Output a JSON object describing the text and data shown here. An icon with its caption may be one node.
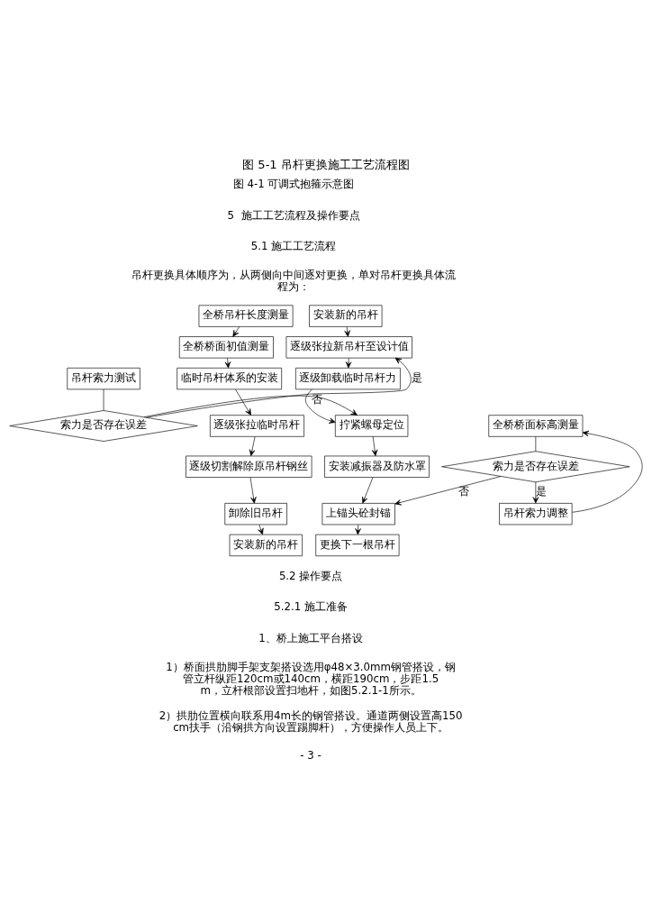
{
  "diagram": {
    "caption": "图 5-1 吊杆更换施工工艺流程图",
    "nodes": [
      {
        "text": [
          "全桥吊杆长度测量"
        ]
      },
      {
        "text": [
          "全桥桥面初值测量"
        ]
      },
      {
        "text": [
          "临时吊杆体系的安装"
        ]
      },
      {
        "text": [
          "逐级张拉临时吊杆"
        ]
      },
      {
        "text": [
          "逐级切割解除原吊杆钢丝"
        ]
      },
      {
        "text": [
          "卸除旧吊杆"
        ]
      },
      {
        "text": [
          "安装新的吊杆"
        ]
      },
      {
        "text": [
          "安装新的吊杆"
        ]
      },
      {
        "text": [
          "逐级张拉新吊杆至设计值"
        ]
      },
      {
        "text": [
          "吊杆索力测试"
        ]
      },
      {
        "text": [
          "索力是否存在误差"
        ]
      },
      {
        "text": [
          "逐级卸载临时吊杆力"
        ]
      },
      {
        "text": [
          "拧紧螺母定位"
        ]
      },
      {
        "text": [
          "安装减振器及防水罩"
        ]
      },
      {
        "text": [
          "上锚头砼封锚"
        ]
      },
      {
        "text": [
          "更换下一根吊杆"
        ]
      },
      {
        "text": [
          "全桥桥面标高测量"
        ]
      },
      {
        "text": [
          "索力是否存在误差"
        ]
      },
      {
        "text": [
          "吊杆索力调整"
        ]
      }
    ],
    "edges": [
      {
        "from": 0,
        "to": 1,
        "arrow": "to"
      },
      {
        "from": 1,
        "to": 2,
        "arrow": "to"
      },
      {
        "from": 2,
        "to": 3,
        "arrow": "to"
      },
      {
        "from": 3,
        "to": 4,
        "arrow": "to"
      },
      {
        "from": 4,
        "to": 5,
        "arrow": "to"
      },
      {
        "from": 5,
        "to": 6,
        "arrow": "to"
      },
      {
        "from": 7,
        "to": 8,
        "arrow": "to"
      },
      {
        "from": 8,
        "to": 11,
        "arrow": "to"
      },
      {
        "from": 11,
        "to": 12,
        "arrow": "to"
      },
      {
        "from": 12,
        "to": 13,
        "arrow": "to"
      },
      {
        "from": 13,
        "to": 14,
        "arrow": "to"
      },
      {
        "from": 14,
        "to": 15,
        "arrow": "to"
      },
      {
        "from": 9,
        "to": 10,
        "arrow": "none"
      },
      {
        "from": 10,
        "to": 8,
        "arrow": "to",
        "label": "是"
      },
      {
        "from": 10,
        "to": 12,
        "arrow": "to",
        "label": "否"
      },
      {
        "from": 16,
        "to": 17,
        "arrow": "none"
      },
      {
        "from": 17,
        "to": 14,
        "arrow": "to",
        "label": "否"
      },
      {
        "from": 17,
        "to": 18,
        "arrow": "to",
        "label": "是"
      },
      {
        "from": 18,
        "to": 16,
        "arrow": "to"
      }
    ],
    "labels": [
      "图 4-1 可调式抱箍示意图",
      "5  施工工艺流程及操作要点",
      "5.1 施工工艺流程",
      "吊杆更换具体顺序为，从两侧向中间逐对更换，单对吊杆更换具体流程为：",
      "5.2 操作要点",
      "5.2.1 施工准备",
      "1、桥上施工平台搭设",
      "1）桥面拱肋脚手架支架搭设选用φ48×3.0mm钢管搭设，钢管立杆纵距120cm或140cm，横距190cm，步距1.5m，立杆根部设置扫地杆，如图5.2.1-1所示。",
      "2）拱肋位置横向联系用4m长的钢管搭设。通道两侧设置高150cm扶手（沿钢拱方向设置踢脚杆），方便操作人员上下。",
      "- 3 -"
    ]
  }
}
